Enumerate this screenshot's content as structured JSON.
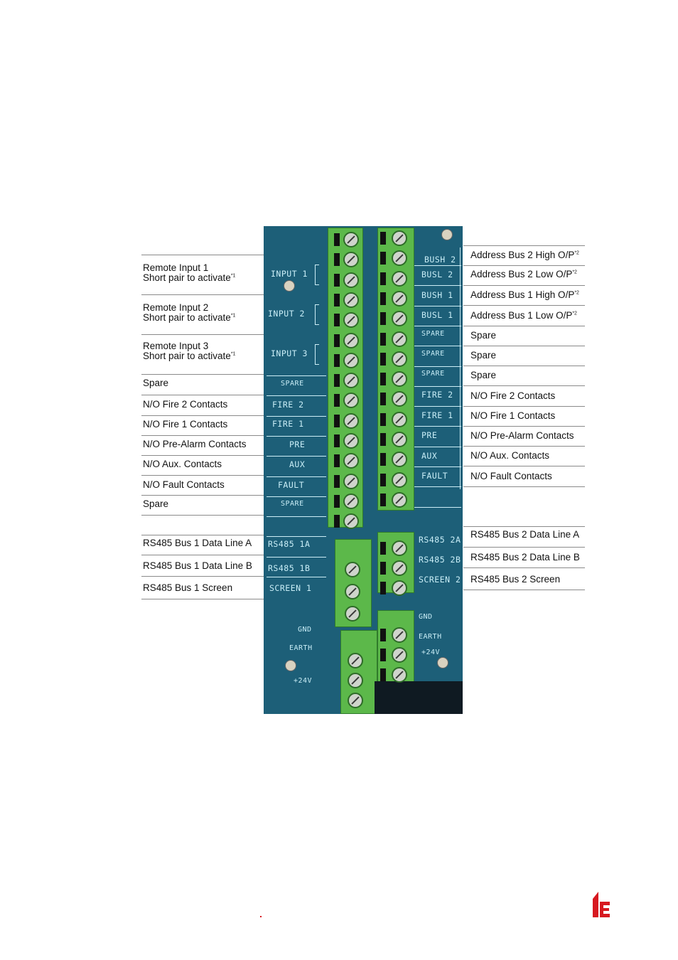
{
  "left_labels": [
    {
      "line1": "Remote Input 1",
      "line2": "Short pair to activate",
      "sup": "*1"
    },
    {
      "line1": "Remote Input 2",
      "line2": "Short pair to activate",
      "sup": "*1"
    },
    {
      "line1": "Remote Input 3",
      "line2": "Short pair to activate",
      "sup": "*1"
    },
    {
      "line1": "Spare"
    },
    {
      "line1": "N/O Fire 2 Contacts"
    },
    {
      "line1": "N/O Fire 1 Contacts"
    },
    {
      "line1": "N/O Pre-Alarm Contacts"
    },
    {
      "line1": "N/O Aux. Contacts"
    },
    {
      "line1": "N/O Fault Contacts"
    },
    {
      "line1": "Spare"
    },
    {
      "line1": "RS485 Bus 1 Data Line A"
    },
    {
      "line1": "RS485 Bus 1 Data Line B"
    },
    {
      "line1": "RS485 Bus 1 Screen"
    }
  ],
  "right_labels": [
    {
      "line1": "Address Bus 2 High O/P",
      "sup": "*2"
    },
    {
      "line1": "Address Bus 2 Low O/P",
      "sup": "*2"
    },
    {
      "line1": "Address Bus 1 High O/P",
      "sup": "*2"
    },
    {
      "line1": "Address Bus 1 Low O/P",
      "sup": "*2"
    },
    {
      "line1": "Spare"
    },
    {
      "line1": "Spare"
    },
    {
      "line1": "Spare"
    },
    {
      "line1": "N/O Fire 2 Contacts"
    },
    {
      "line1": "N/O Fire 1 Contacts"
    },
    {
      "line1": "N/O Pre-Alarm Contacts"
    },
    {
      "line1": "N/O Aux. Contacts"
    },
    {
      "line1": "N/O Fault Contacts"
    },
    {
      "line1": "RS485 Bus 2 Data Line A"
    },
    {
      "line1": "RS485 Bus 2 Data Line B"
    },
    {
      "line1": "RS485 Bus 2 Screen"
    }
  ],
  "board_left_silk": [
    "INPUT 1",
    "INPUT 2",
    "INPUT 3",
    "SPARE",
    "FIRE 2",
    "FIRE 1",
    "PRE",
    "AUX",
    "FAULT",
    "SPARE",
    "RS485 1A",
    "RS485 1B",
    "SCREEN 1",
    "GND",
    "EARTH",
    "+24V"
  ],
  "board_right_silk": [
    "BUSH 2",
    "BUSL 2",
    "BUSH 1",
    "BUSL 1",
    "SPARE",
    "SPARE",
    "SPARE",
    "FIRE 2",
    "FIRE 1",
    "PRE",
    "AUX",
    "FAULT",
    "RS485 2A",
    "RS485 2B",
    "SCREEN 2",
    "GND",
    "EARTH",
    "+24V"
  ],
  "brand_color": "#d71920",
  "board_color": "#1d5f78",
  "terminal_color": "#5cb84a"
}
